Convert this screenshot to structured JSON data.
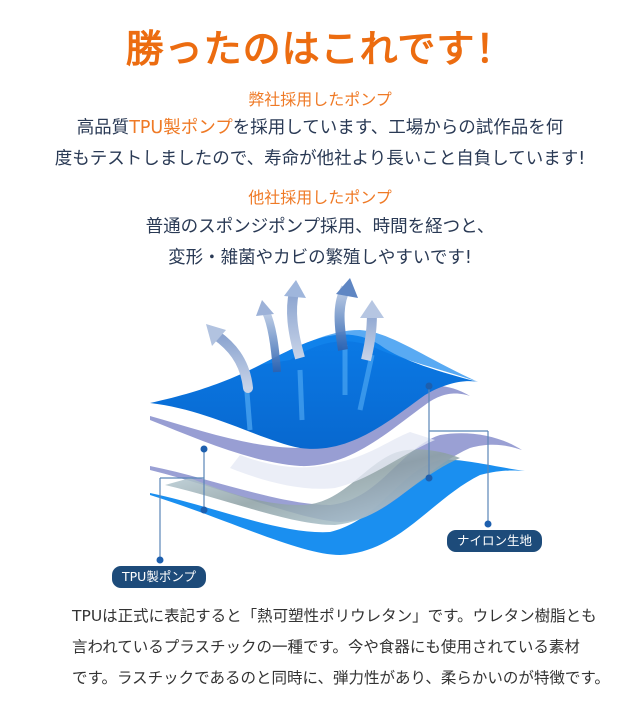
{
  "headline": "勝ったのはこれです！",
  "ours": {
    "subtitle": "弊社採用したポンプ",
    "line1_prefix": "高品質",
    "line1_highlight": "TPU製ポンプ",
    "line1_suffix": "を採用しています、工場からの試作品を何",
    "line2": "度もテストしましたので、寿命が他社より長いこと自負しています!"
  },
  "others": {
    "subtitle": "他社採用したポンプ",
    "line1": "普通のスポンジポンプ採用、時間を経つと、",
    "line2": "変形・雑菌やカビの繁殖しやすいです!"
  },
  "diagram": {
    "label_left": "TPU製ポンプ",
    "label_right": "ナイロン生地",
    "arrow_count": 5
  },
  "footer": {
    "lines": [
      "TPUは正式に表記すると「熱可塑性ポリウレタン」です。ウレタン樹脂とも",
      "言われているプラスチックの一種です。今や食器にも使用されている素材",
      "です。ラスチックであるのと同時に、弾力性があり、柔らかいのが特徴です。"
    ]
  },
  "colors": {
    "accent_orange": "#ec6c10",
    "text_navy": "#2a3a55",
    "layer_blue": "#0a78e0",
    "layer_lavender": "#8f96cf",
    "label_bg": "#1d4b7a"
  }
}
